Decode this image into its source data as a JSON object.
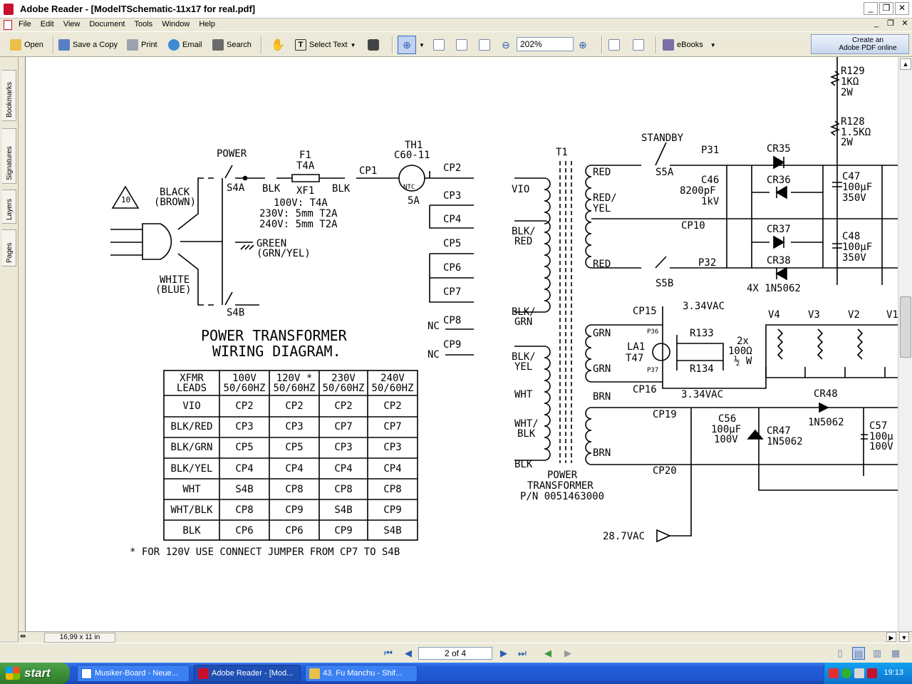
{
  "window": {
    "title": "Adobe Reader - [ModelTSchematic-11x17 for real.pdf]",
    "controls": [
      "_",
      "❐",
      "✕"
    ],
    "doc_controls": [
      "_",
      "❐",
      "✕"
    ]
  },
  "menu": [
    "File",
    "Edit",
    "View",
    "Document",
    "Tools",
    "Window",
    "Help"
  ],
  "toolbar": {
    "open": "Open",
    "save_copy": "Save a Copy",
    "print": "Print",
    "email": "Email",
    "search": "Search",
    "select_text": "Select Text",
    "zoom": "202%",
    "ebooks": "eBooks",
    "create_pdf_line1": "Create an",
    "create_pdf_line2": "Adobe PDF online"
  },
  "nav_tabs": [
    "Bookmarks",
    "Signatures",
    "Layers",
    "Pages"
  ],
  "status": {
    "page_size": "16,99 x 11 in",
    "page": "2 of 4"
  },
  "schematic": {
    "title_line1": "POWER TRANSFORMER",
    "title_line2": "WIRING DIAGRAM.",
    "footnote": "* FOR 120V USE CONNECT JUMPER FROM CP7 TO S4B",
    "table_header": [
      "XFMR\nLEADS",
      "100V\n50/60HZ",
      "120V *\n50/60HZ",
      "230V\n50/60HZ",
      "240V\n50/60HZ"
    ],
    "table_rows": [
      [
        "VIO",
        "CP2",
        "CP2",
        "CP2",
        "CP2"
      ],
      [
        "BLK/RED",
        "CP3",
        "CP3",
        "CP7",
        "CP7"
      ],
      [
        "BLK/GRN",
        "CP5",
        "CP5",
        "CP3",
        "CP3"
      ],
      [
        "BLK/YEL",
        "CP4",
        "CP4",
        "CP4",
        "CP4"
      ],
      [
        "WHT",
        "S4B",
        "CP8",
        "CP8",
        "CP8"
      ],
      [
        "WHT/BLK",
        "CP8",
        "CP9",
        "S4B",
        "CP9"
      ],
      [
        "BLK",
        "CP6",
        "CP6",
        "CP9",
        "S4B"
      ]
    ],
    "labels": {
      "power": "POWER",
      "s4a": "S4A",
      "s4b": "S4B",
      "f1": "F1",
      "t4a": "T4A",
      "xf1": "XF1",
      "blk": "BLK",
      "cp1": "CP1",
      "th1": "TH1",
      "c6011": "C60-11",
      "ntc": "NTC",
      "five_a": "5A",
      "fuse_100": "100V: T4A",
      "fuse_230": "230V: 5mm T2A",
      "fuse_240": "240V: 5mm T2A",
      "black": "BLACK",
      "brown": "(BROWN)",
      "green": "GREEN",
      "grnyel": "(GRN/YEL)",
      "white": "WHITE",
      "blue": "(BLUE)",
      "warn": "10",
      "nc": "NC",
      "t1": "T1",
      "vio": "VIO",
      "blkred": "BLK/\nRED",
      "blkgrn": "BLK/\nGRN",
      "blkyel": "BLK/\nYEL",
      "wht": "WHT",
      "whtblk": "WHT/\nBLK",
      "blk2": "BLK",
      "ptrans1": "POWER",
      "ptrans2": "TRANSFORMER",
      "ptrans3": "P/N 0051463000",
      "red": "RED",
      "redyel": "RED/\nYEL",
      "red2": "RED",
      "grn": "GRN",
      "grn2": "GRN",
      "brn": "BRN",
      "brn2": "BRN",
      "standby": "STANDBY",
      "s5a": "S5A",
      "s5b": "S5B",
      "p31": "P31",
      "p32": "P32",
      "c46": "C46",
      "c46v": "8200pF",
      "c46k": "1kV",
      "cp10": "CP10",
      "cr35": "CR35",
      "cr36": "CR36",
      "cr37": "CR37",
      "cr38": "CR38",
      "diodes": "4X 1N5062",
      "r129": "R129",
      "r129v": "1KΩ",
      "r129w": "2W",
      "r128": "R128",
      "r128v": "1.5KΩ",
      "r128w": "2W",
      "c47": "C47",
      "c47v": "100µF",
      "c47k": "350V",
      "c48": "C48",
      "c48v": "100µF",
      "c48k": "350V",
      "cp15": "CP15",
      "v334a": "3.34VAC",
      "cp16": "CP16",
      "v334b": "3.34VAC",
      "p36": "P36",
      "p37": "P37",
      "la1": "LA1",
      "t47": "T47",
      "r133": "R133",
      "r134": "R134",
      "r2x": "2x",
      "r100": "100Ω",
      "rhw": "½ W",
      "v4": "V4",
      "v3": "V3",
      "v2": "V2",
      "v1": "V1",
      "cp19": "CP19",
      "cp20": "CP20",
      "c56": "C56",
      "c56v": "100µF",
      "c56k": "100V",
      "cr47": "CR47",
      "cr47p": "1N5062",
      "cr48": "CR48",
      "cr48p": "1N5062",
      "c57": "C57",
      "c57v": "100µ",
      "c57k": "100V",
      "v287": "28.7VAC"
    },
    "cp_right": [
      "CP2",
      "CP3",
      "CP4",
      "CP5",
      "CP6",
      "CP7",
      "CP8",
      "CP9"
    ]
  },
  "taskbar": {
    "start": "start",
    "tasks": [
      "Musiker-Board - Neue...",
      "Adobe Reader - [Mod...",
      "43. Fu Manchu - Shif..."
    ],
    "clock": "19:13"
  }
}
